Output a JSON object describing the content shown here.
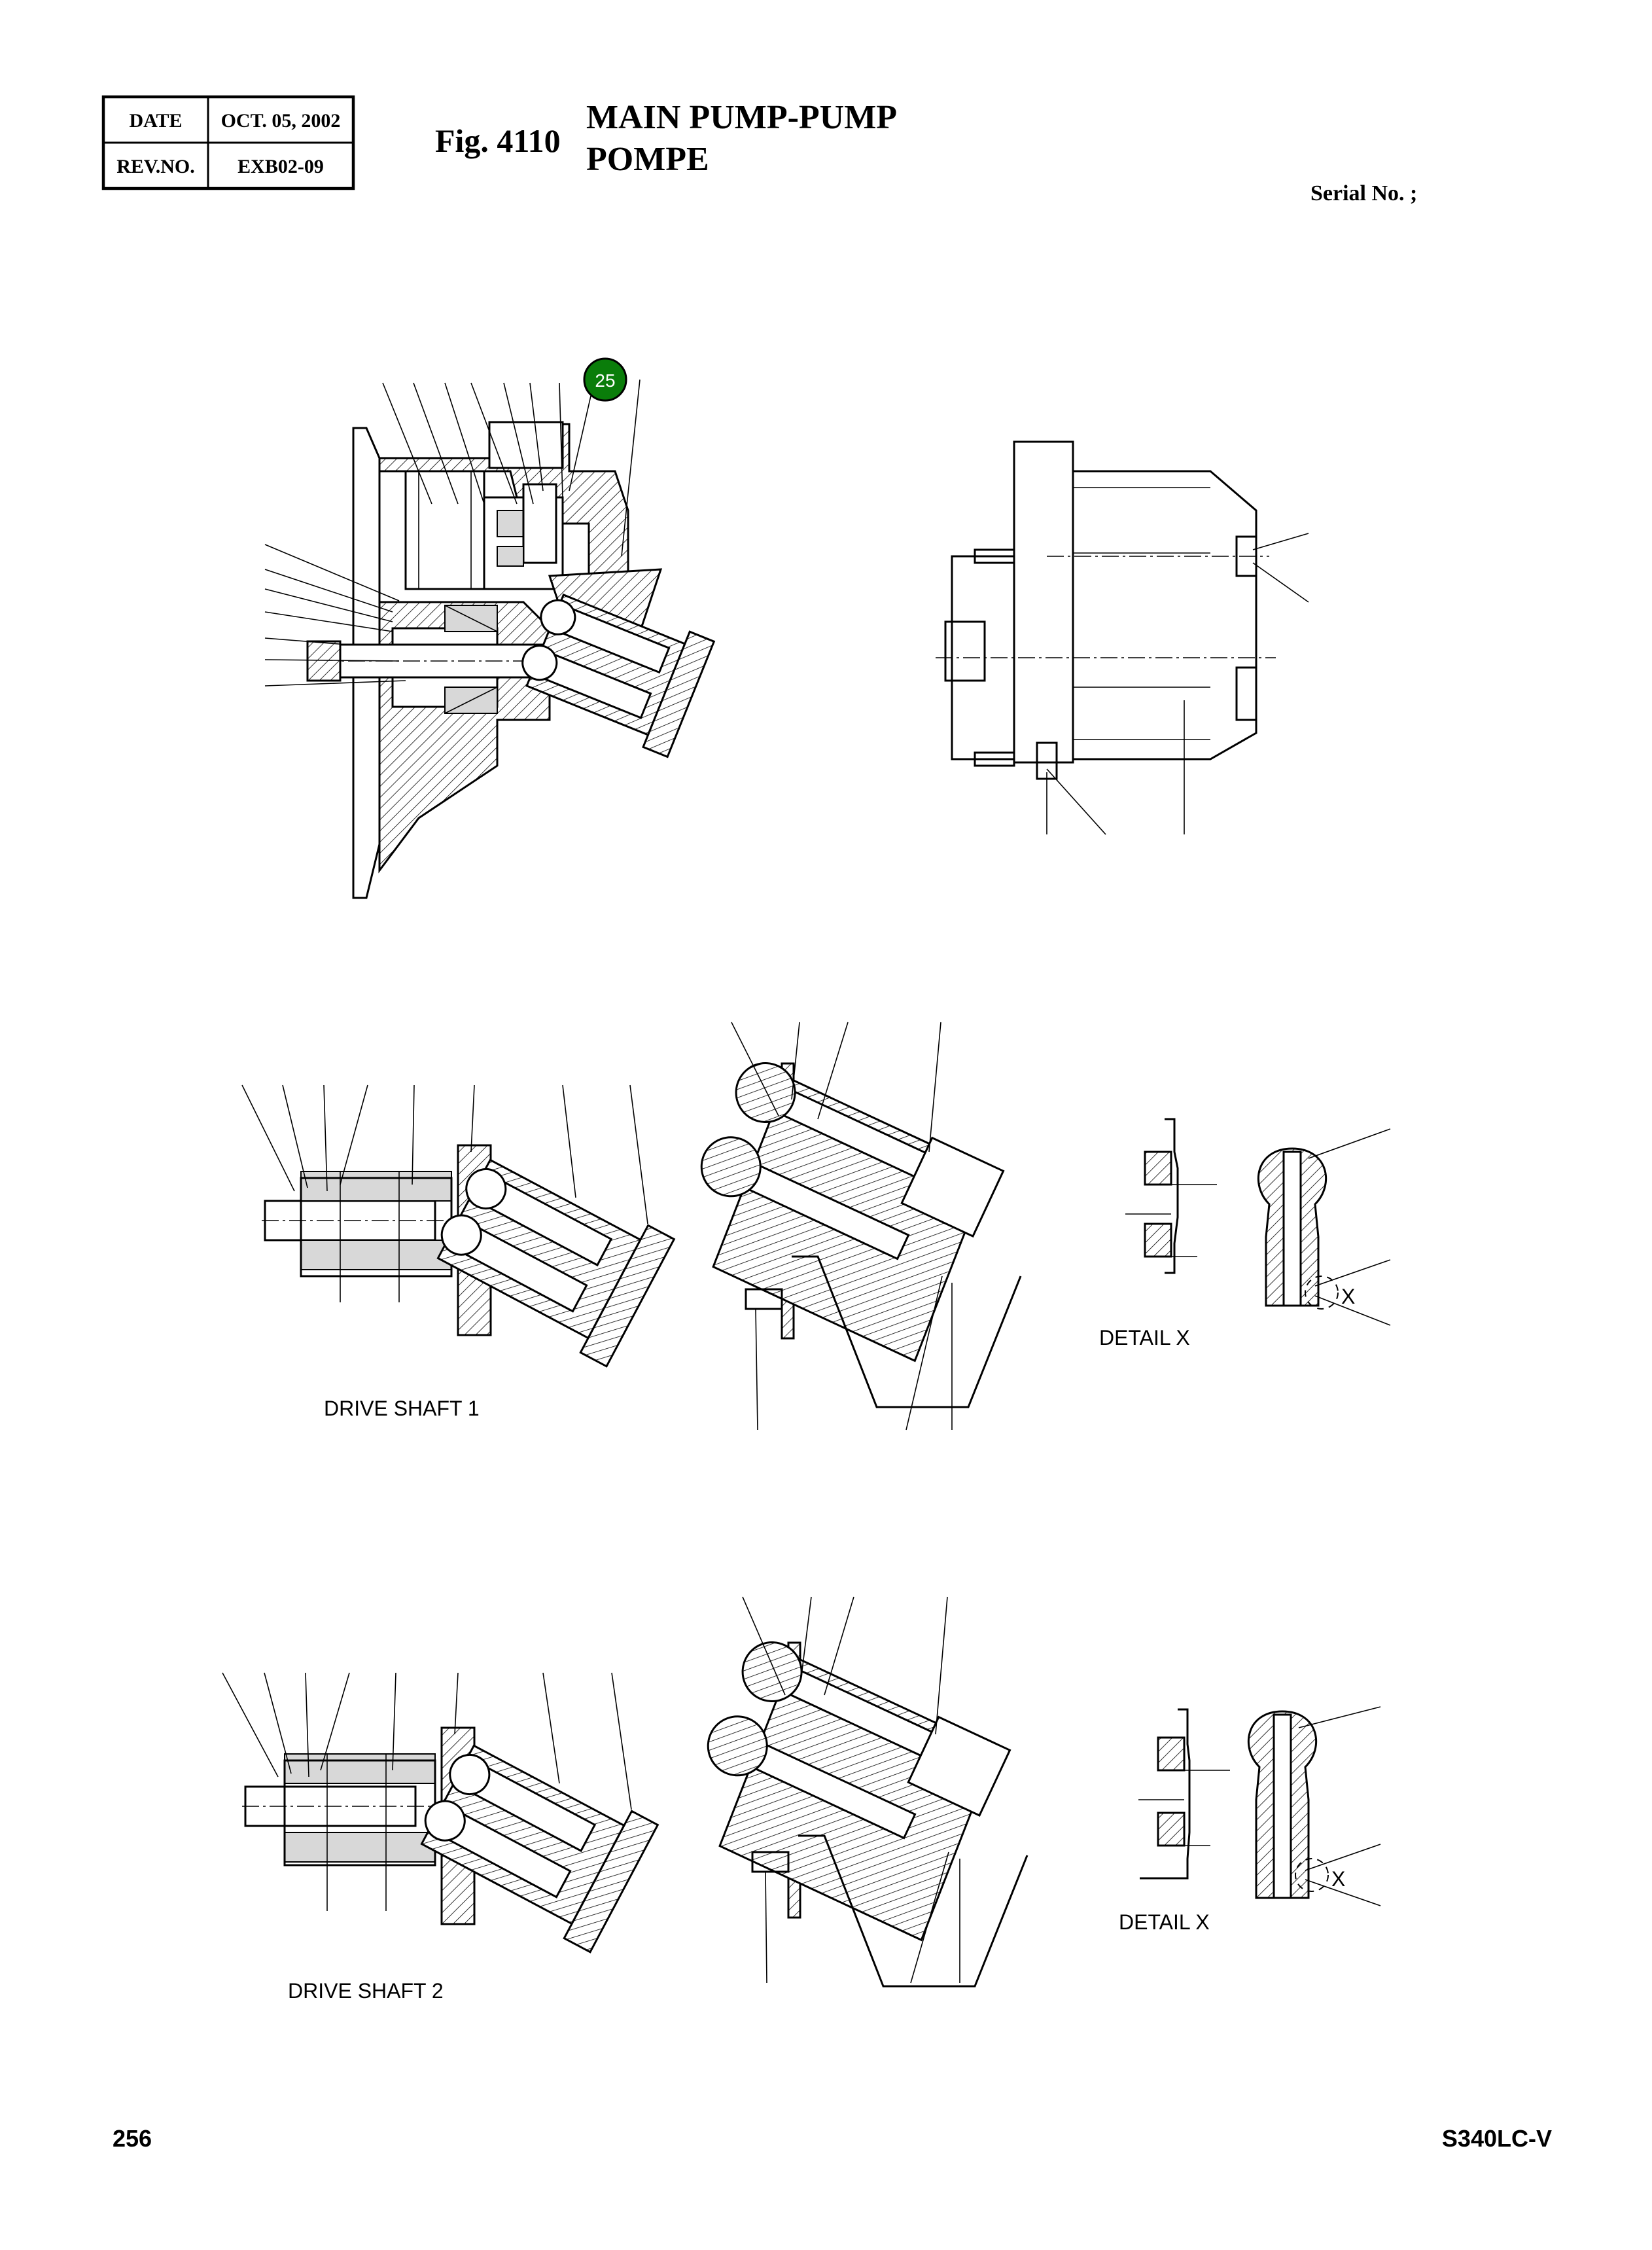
{
  "header": {
    "date_label": "DATE",
    "date_value": "OCT. 05, 2002",
    "rev_label": "REV.NO.",
    "rev_value": "EXB02-09",
    "fig_label": "Fig. 4110",
    "title_line1": "MAIN PUMP-PUMP",
    "title_line2": "POMPE",
    "serial_label": "Serial No. ;"
  },
  "callouts": [
    {
      "number": "25",
      "color": "#0a7d0a"
    }
  ],
  "captions": {
    "drive_shaft_1": "DRIVE SHAFT 1",
    "drive_shaft_2": "DRIVE SHAFT 2",
    "detail_x_1": "DETAIL X",
    "detail_x_2": "DETAIL X",
    "x_mark_1": "X",
    "x_mark_2": "X"
  },
  "footer": {
    "page_number": "256",
    "model": "S340LC-V"
  }
}
